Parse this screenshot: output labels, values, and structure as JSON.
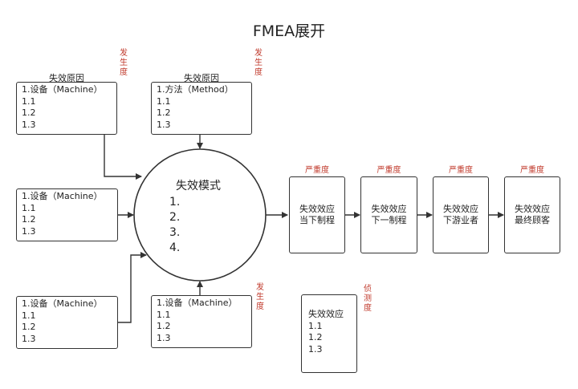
{
  "title": "FMEA展开",
  "cause_caption": "失效原因",
  "occurrence_label": [
    "发",
    "生",
    "度"
  ],
  "detection_label": [
    "侦",
    "测",
    "度"
  ],
  "severity_label": "严重度",
  "cause_boxes": [
    {
      "head": "1.设备（Machine）",
      "items": [
        "1.1",
        "1.2",
        "1.3"
      ]
    },
    {
      "head": "1.方法（Method）",
      "items": [
        "1.1",
        "1.2",
        "1.3"
      ]
    },
    {
      "head": "1.设备（Machine）",
      "items": [
        "1.1",
        "1.2",
        "1.3"
      ]
    },
    {
      "head": "1.设备（Machine）",
      "items": [
        "1.1",
        "1.2",
        "1.3"
      ]
    },
    {
      "head": "1.设备（Machine）",
      "items": [
        "1.1",
        "1.2",
        "1.3"
      ]
    }
  ],
  "failure_mode": {
    "title": "失效模式",
    "items": [
      "1.",
      "2.",
      "3.",
      "4."
    ]
  },
  "effects": [
    {
      "line1": "失效效应",
      "line2": "当下制程"
    },
    {
      "line1": "失效效应",
      "line2": "下一制程"
    },
    {
      "line1": "失效效应",
      "line2": "下游业者"
    },
    {
      "line1": "失效效应",
      "line2": "最终顾客"
    }
  ],
  "effect_detail": {
    "head": "失效效应",
    "items": [
      "1.1",
      "1.2",
      "1.3"
    ]
  },
  "colors": {
    "line": "#333333",
    "accent_red": "#c0392b"
  }
}
